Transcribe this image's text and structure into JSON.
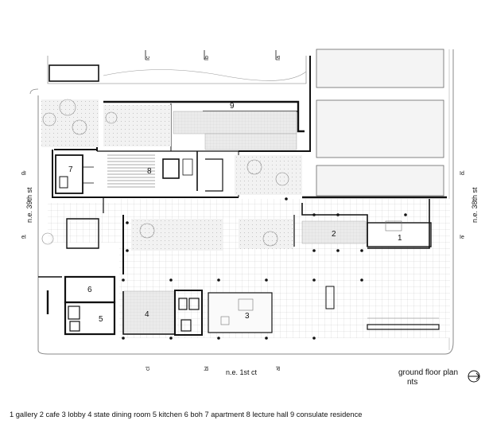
{
  "plan": {
    "title": "ground floor plan",
    "scale_note": "nts",
    "legend_text": "1 gallery 2 cafe 3 lobby 4 state dining room 5 kitchen 6 boh 7 apartment 8 lecture hall 9 consulate residence",
    "rooms": [
      {
        "num": "1",
        "name": "gallery"
      },
      {
        "num": "2",
        "name": "cafe"
      },
      {
        "num": "3",
        "name": "lobby"
      },
      {
        "num": "4",
        "name": "state dining room"
      },
      {
        "num": "5",
        "name": "kitchen"
      },
      {
        "num": "6",
        "name": "boh"
      },
      {
        "num": "7",
        "name": "apartment"
      },
      {
        "num": "8",
        "name": "lecture hall"
      },
      {
        "num": "9",
        "name": "consulate residence"
      }
    ],
    "streets": {
      "left": "n.e. 39th st",
      "right": "n.e. 38th st",
      "bottom": "n.e. 1st ct"
    },
    "section_marks": {
      "top_c": "Ic",
      "top_b": "Ib",
      "top_a": "Ia",
      "bottom_c": "cI",
      "bottom_b": "bI",
      "bottom_a": "aI",
      "left_d": "dI",
      "left_e": "eI",
      "right_d": "Id",
      "right_e": "Ie"
    },
    "north_arrow": "north-arrow-icon"
  }
}
